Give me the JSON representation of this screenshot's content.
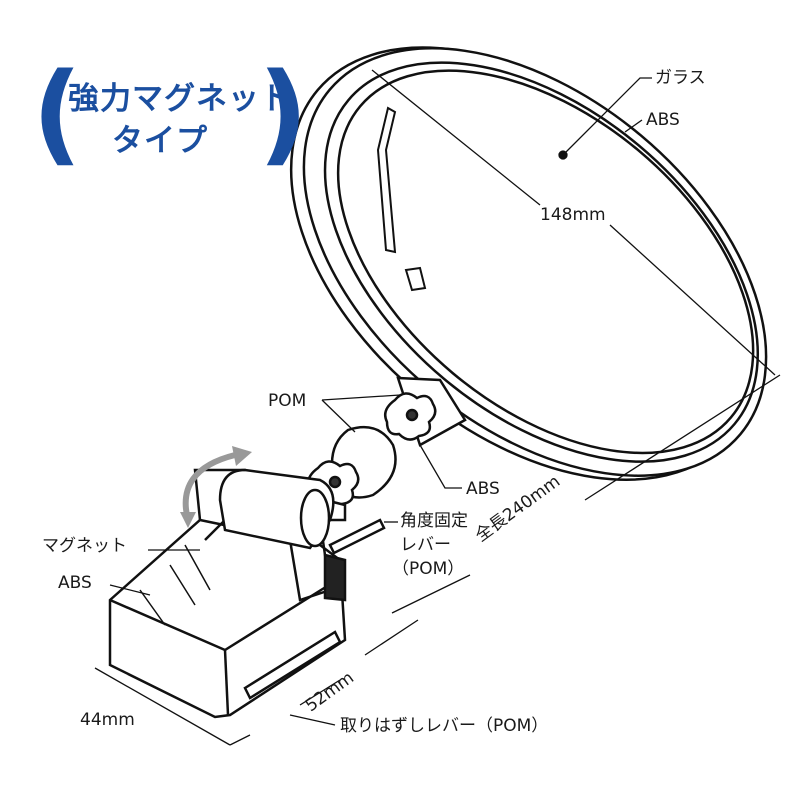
{
  "title": {
    "line1": "強力マグネット",
    "line2": "タイプ",
    "color": "#1b4fa0",
    "open_paren": "(",
    "close_paren": ")"
  },
  "labels": {
    "glass": "ガラス",
    "abs_rim": "ABS",
    "lens_diameter": "148mm",
    "pom_joints": "POM",
    "abs_joint": "ABS",
    "angle_lever_line1": "角度固定",
    "angle_lever_line2": "レバー",
    "angle_lever_line3": "（POM）",
    "total_length": "全長240mm",
    "magnet": "マグネット",
    "abs_base": "ABS",
    "base_width": "44mm",
    "base_length": "52mm",
    "release_lever": "取りはずしレバー（POM）"
  }
}
